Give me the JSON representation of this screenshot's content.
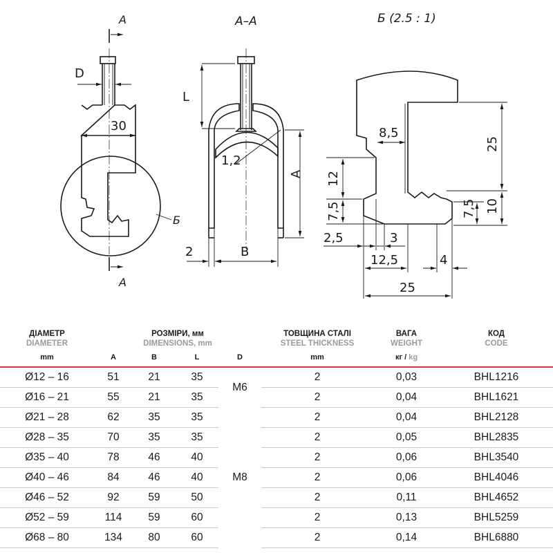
{
  "drawing": {
    "view_labels": {
      "section_top": "A",
      "section_bottom": "A",
      "section_view": "A–A",
      "detail_view": "Б (2.5 : 1)",
      "detail_callout": "Б"
    },
    "dims_left": {
      "d": "D",
      "width": "30"
    },
    "dims_section": {
      "l": "L",
      "thickness": "1,2",
      "a": "A",
      "gap": "2",
      "b": "B"
    },
    "dims_detail": {
      "d8_5": "8,5",
      "d25_v": "25",
      "d12": "12",
      "d7_5_l": "7,5",
      "d10": "10",
      "d7_5_r": "7,5",
      "d2_5": "2,5",
      "d3": "3",
      "d12_5": "12,5",
      "d4": "4",
      "d25_h": "25"
    }
  },
  "table": {
    "headers": {
      "diameter_ua": "ДІАМЕТР",
      "diameter_en": "DIAMETER",
      "dims_ua": "РОЗМІРИ, мм",
      "dims_en": "DIMENSIONS, mm",
      "steel_ua": "ТОВЩИНА СТАЛІ",
      "steel_en": "STEEL THICKNESS",
      "weight_ua": "ВАГА",
      "weight_en": "WEIGHT",
      "code_ua": "КОД",
      "code_en": "CODE"
    },
    "units": {
      "diameter": "mm",
      "a": "A",
      "b": "B",
      "l": "L",
      "d": "D",
      "steel": "mm",
      "weight_ua": "кг",
      "weight_sep": " / ",
      "weight_en": "kg"
    },
    "thread_groups": {
      "m6": "M6",
      "m8": "M8"
    },
    "rows": [
      {
        "diameter": "Ø12 – 16",
        "a": "51",
        "b": "21",
        "l": "35",
        "steel": "2",
        "weight": "0,03",
        "code": "BHL1216"
      },
      {
        "diameter": "Ø16 – 21",
        "a": "55",
        "b": "21",
        "l": "35",
        "steel": "2",
        "weight": "0,04",
        "code": "BHL1621"
      },
      {
        "diameter": "Ø21 – 28",
        "a": "62",
        "b": "35",
        "l": "35",
        "steel": "2",
        "weight": "0,04",
        "code": "BHL2128"
      },
      {
        "diameter": "Ø28 – 35",
        "a": "70",
        "b": "35",
        "l": "35",
        "steel": "2",
        "weight": "0,05",
        "code": "BHL2835"
      },
      {
        "diameter": "Ø35 – 40",
        "a": "78",
        "b": "46",
        "l": "40",
        "steel": "2",
        "weight": "0,06",
        "code": "BHL3540"
      },
      {
        "diameter": "Ø40 – 46",
        "a": "84",
        "b": "46",
        "l": "40",
        "steel": "2",
        "weight": "0,06",
        "code": "BHL4046"
      },
      {
        "diameter": "Ø46 – 52",
        "a": "92",
        "b": "59",
        "l": "50",
        "steel": "2",
        "weight": "0,11",
        "code": "BHL4652"
      },
      {
        "diameter": "Ø52 – 59",
        "a": "114",
        "b": "59",
        "l": "60",
        "steel": "2",
        "weight": "0,13",
        "code": "BHL5259"
      },
      {
        "diameter": "Ø68 – 80",
        "a": "134",
        "b": "80",
        "l": "60",
        "steel": "2",
        "weight": "0,14",
        "code": "BHL6880"
      }
    ]
  }
}
